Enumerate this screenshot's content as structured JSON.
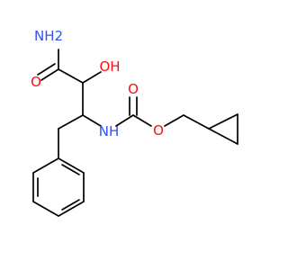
{
  "colors": {
    "bond": "#000000",
    "oxygen": "#ff0d0d",
    "nitrogen": "#3050f8",
    "background": "#ffffff"
  },
  "atoms": {
    "amide_nh2": {
      "text": "NH2",
      "element": "N"
    },
    "amide_o": {
      "text": "O",
      "element": "O"
    },
    "hydroxyl": {
      "text": "OH",
      "element": "O"
    },
    "carbamate_nh": {
      "text": "NH",
      "element": "N"
    },
    "carbamate_o_double": {
      "text": "O",
      "element": "O"
    },
    "carbamate_o_ester": {
      "text": "O",
      "element": "O"
    }
  }
}
